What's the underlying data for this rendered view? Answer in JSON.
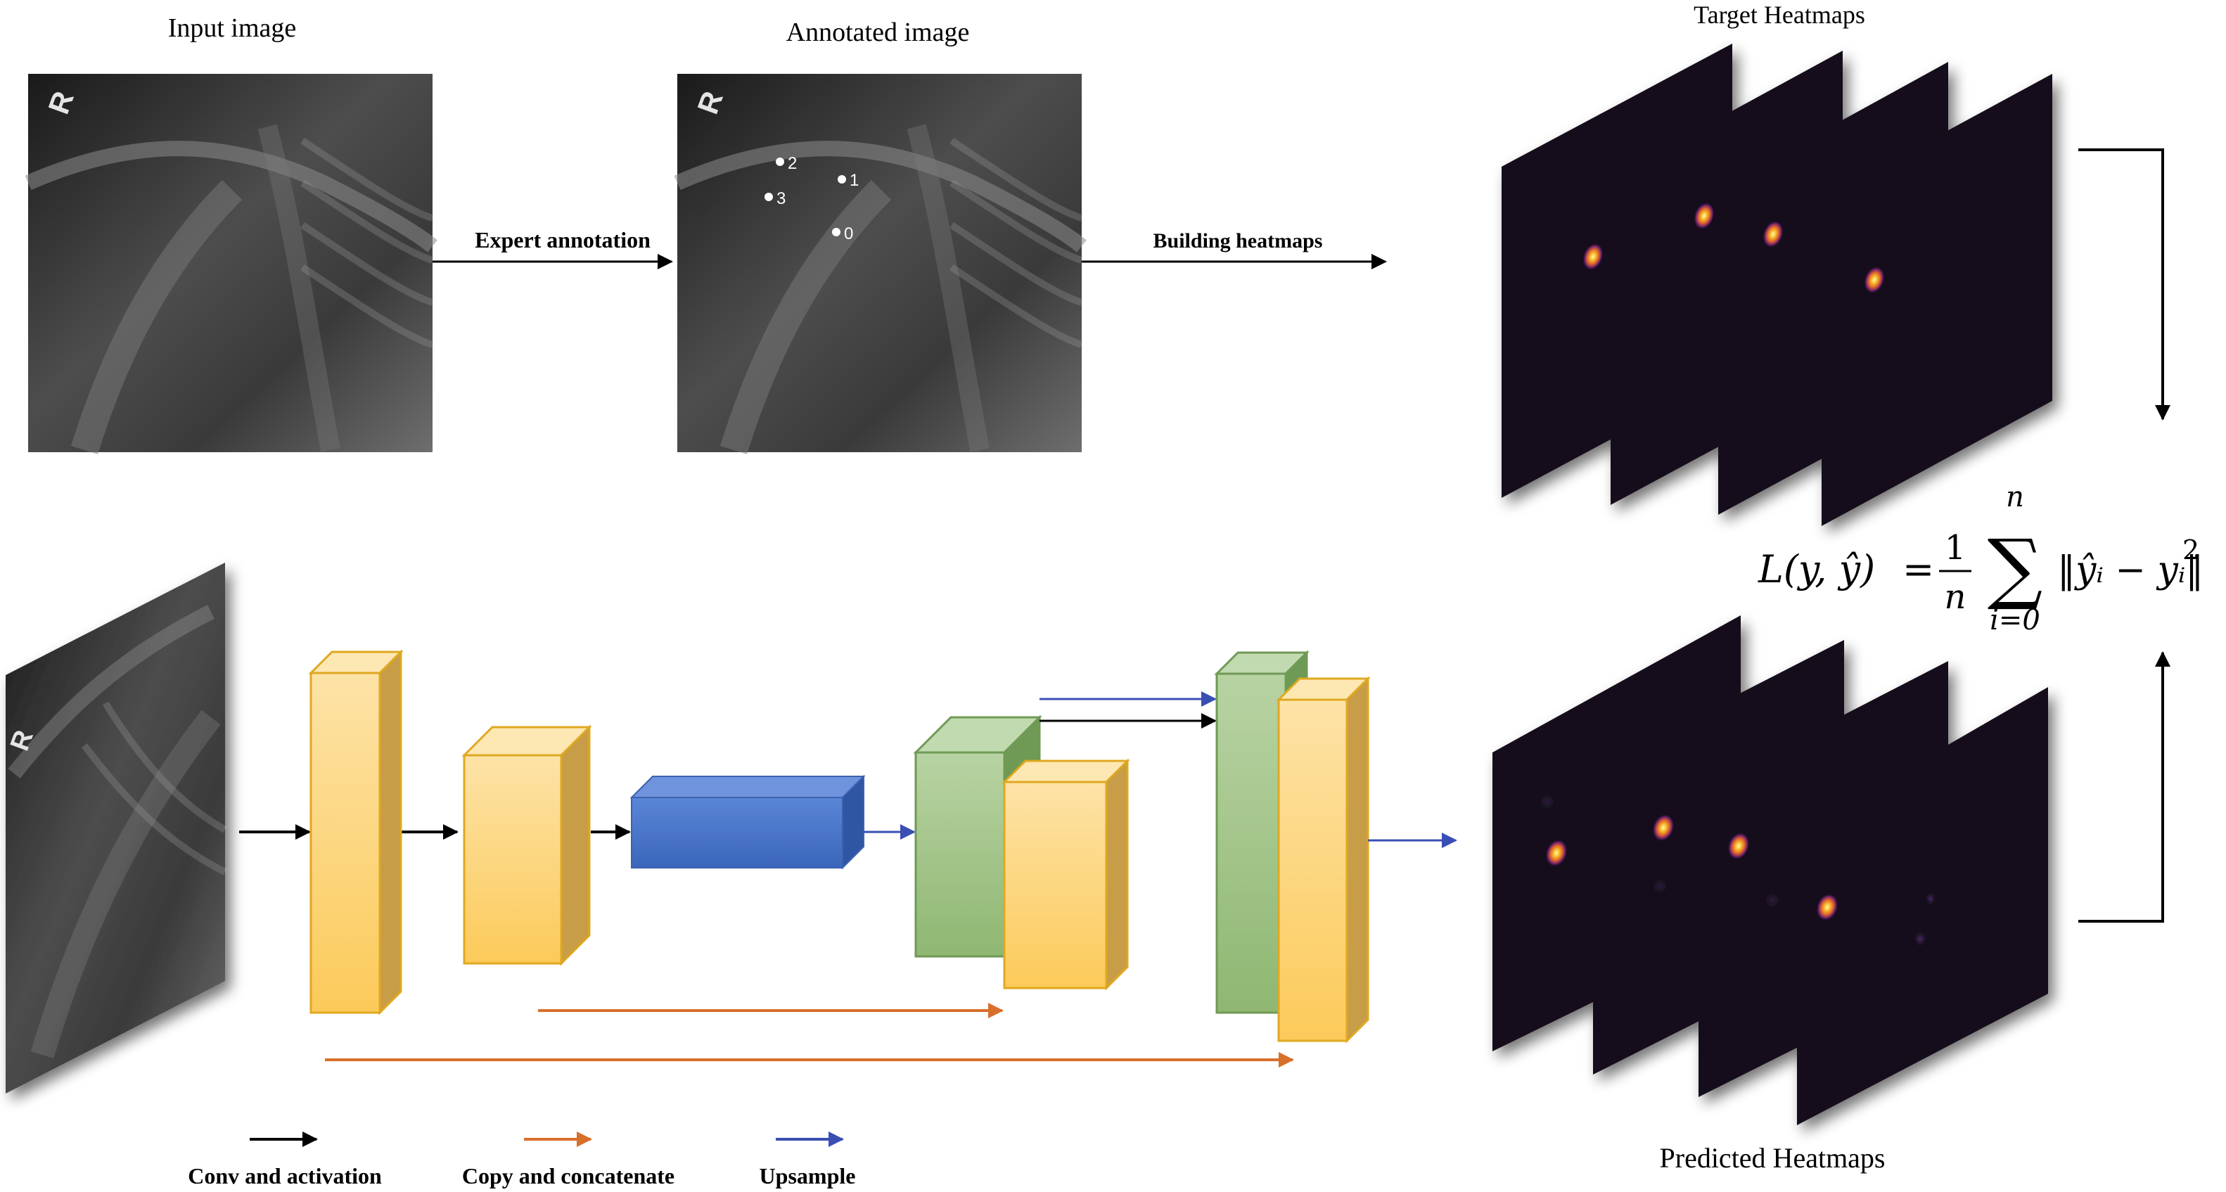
{
  "top": {
    "input_image_title": "Input image",
    "annotated_image_title": "Annotated image",
    "target_heatmaps_title": "Target Heatmaps",
    "expert_annotation_label": "Expert annotation",
    "building_heatmaps_label": "Building heatmaps",
    "xray_marker": "R",
    "landmarks": [
      "2",
      "1",
      "3",
      "0"
    ]
  },
  "bottom": {
    "predicted_heatmaps_title": "Predicted Heatmaps",
    "xray_marker": "R"
  },
  "loss": {
    "lhs": "L(y, ŷ)",
    "equals": "=",
    "frac_num": "1",
    "frac_den": "n",
    "sum_upper": "n",
    "sum_lower": "i=0",
    "sigma": "∑",
    "term": "‖ŷᵢ − yᵢ‖",
    "power": "2"
  },
  "legend": {
    "conv": "Conv and activation",
    "copy": "Copy and concatenate",
    "upsample": "Upsample"
  },
  "colors": {
    "conv_arrow": "#000000",
    "copy_arrow": "#d86f2a",
    "upsample_arrow": "#3a4fb3",
    "yellow_block": "#fcd070",
    "green_block": "#9dbf80",
    "blue_block": "#4472c4"
  }
}
